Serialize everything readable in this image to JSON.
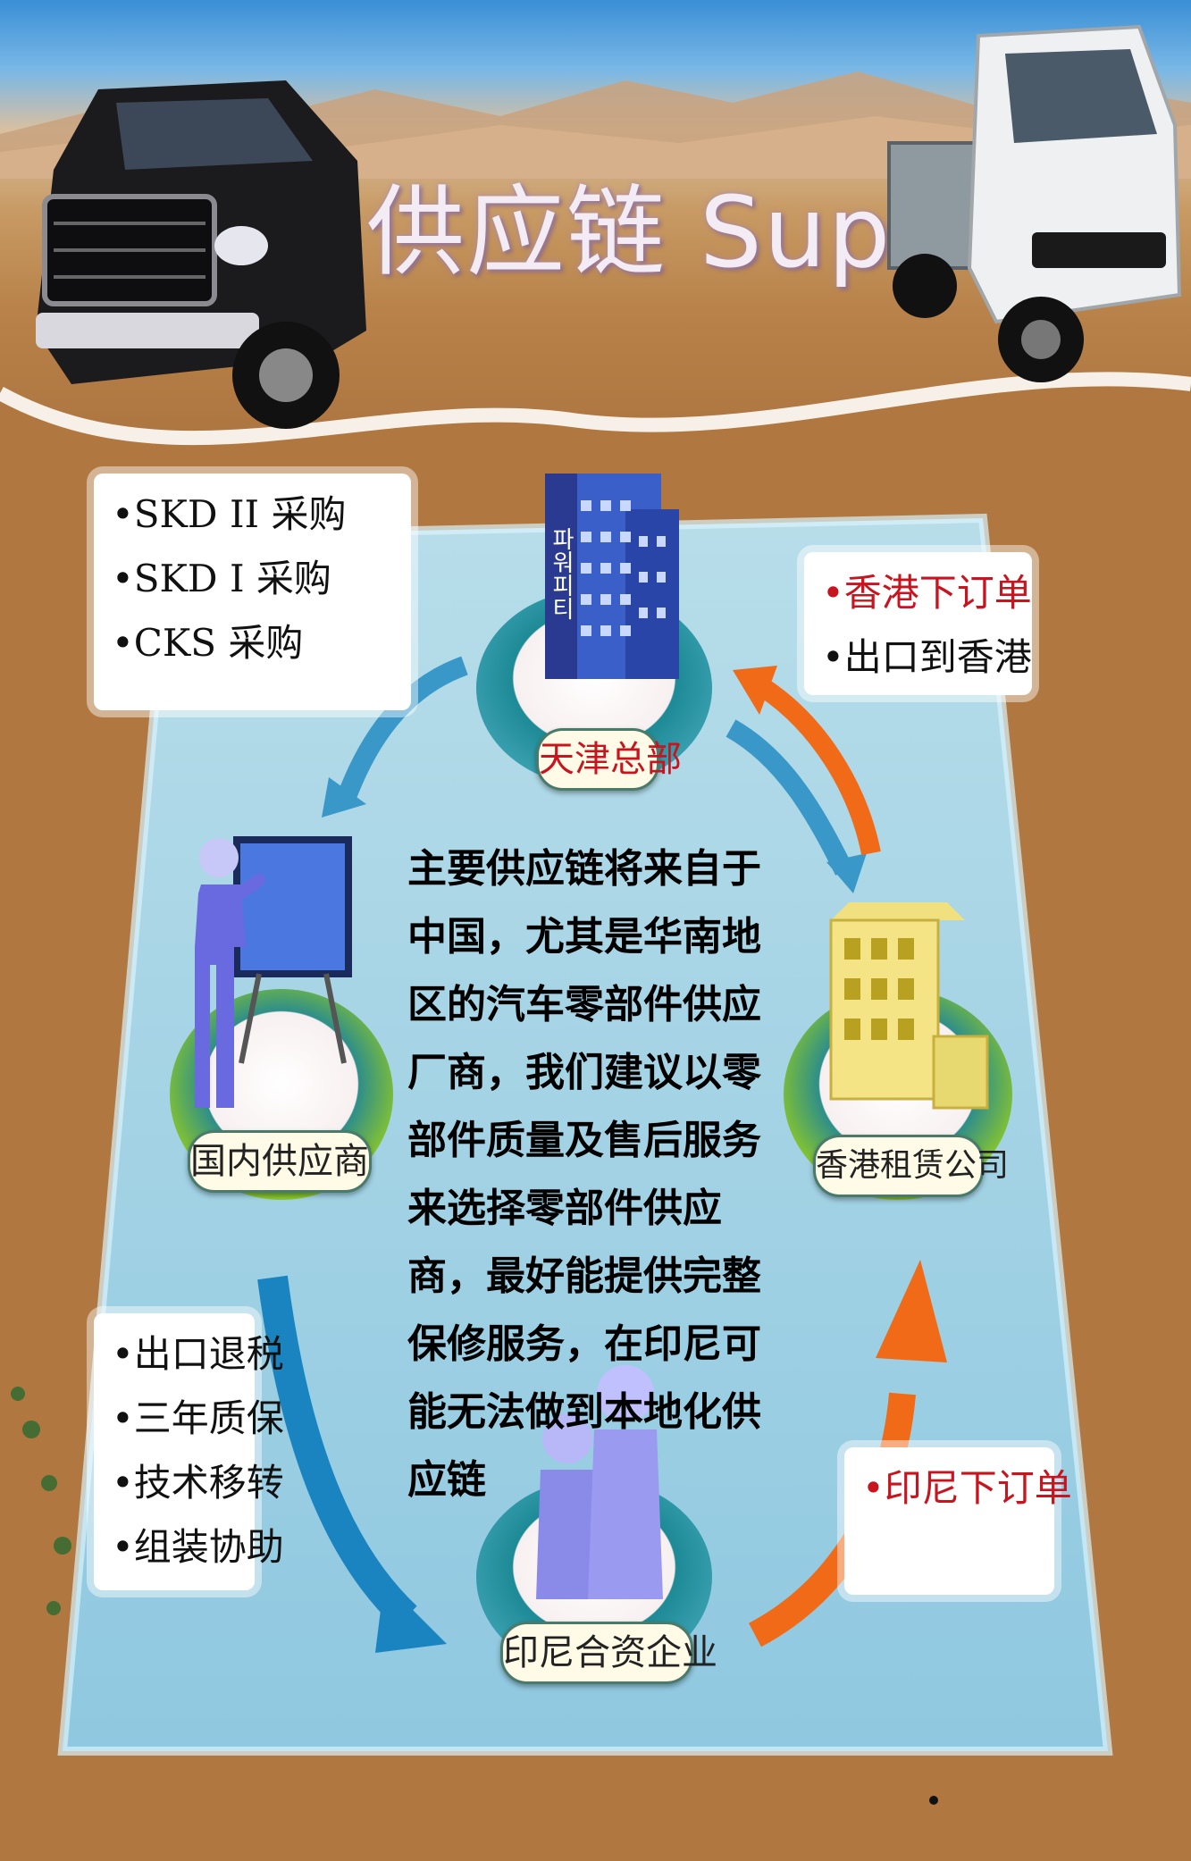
{
  "title": "供应链 Suppliers",
  "boxes": {
    "top_left": [
      "•SKD II 采购",
      "•SKD I 采购",
      "•CKS 采购"
    ],
    "top_right": [
      "•香港下订单",
      "•出口到香港"
    ],
    "bottom_left": [
      "•出口退税",
      "•三年质保",
      "•技术移转",
      "•组装协助"
    ],
    "bottom_right": [
      "•印尼下订单"
    ]
  },
  "nodes": {
    "top": "天津总部",
    "left": "国内供应商",
    "right": "香港租赁公司",
    "bottom": "印尼合资企业"
  },
  "building_sign": "파워피티",
  "center_text": "主要供应链将来自于中国，尤其是华南地区的汽车零部件供应厂商，我们建议以零部件质量及售后服务来选择零部件供应商，最好能提供完整保修服务，在印尼可能无法做到本地化供应链",
  "colors": {
    "accent_red": "#c8141e",
    "arrow_blue": "#2a8fc8",
    "arrow_orange": "#f06a18",
    "panel_blue": "#9ad8f4"
  }
}
